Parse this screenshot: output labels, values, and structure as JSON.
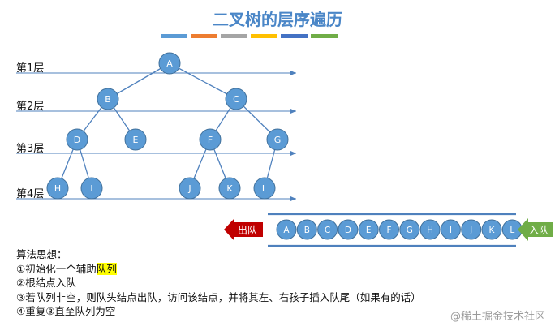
{
  "title": "二叉树的层序遍历",
  "title_bar_colors": [
    "#5b9bd5",
    "#ed7d31",
    "#a5a5a5",
    "#ffc000",
    "#4472c4",
    "#70ad47"
  ],
  "levels": [
    "第1层",
    "第2层",
    "第3层",
    "第4层"
  ],
  "tree": {
    "nodes": [
      {
        "id": "A"
      },
      {
        "id": "B"
      },
      {
        "id": "C"
      },
      {
        "id": "D"
      },
      {
        "id": "E"
      },
      {
        "id": "F"
      },
      {
        "id": "G"
      },
      {
        "id": "H"
      },
      {
        "id": "I"
      },
      {
        "id": "J"
      },
      {
        "id": "K"
      },
      {
        "id": "L"
      }
    ],
    "edges": [
      [
        "A",
        "B"
      ],
      [
        "A",
        "C"
      ],
      [
        "B",
        "D"
      ],
      [
        "B",
        "E"
      ],
      [
        "C",
        "F"
      ],
      [
        "C",
        "G"
      ],
      [
        "D",
        "H"
      ],
      [
        "D",
        "I"
      ],
      [
        "F",
        "J"
      ],
      [
        "F",
        "K"
      ],
      [
        "G",
        "L"
      ]
    ]
  },
  "queue": {
    "items": [
      "A",
      "B",
      "C",
      "D",
      "E",
      "F",
      "G",
      "H",
      "I",
      "J",
      "K",
      "L"
    ],
    "dequeue_label": "出队",
    "enqueue_label": "入队"
  },
  "algorithm": {
    "heading": "算法思想：",
    "step1_prefix": "①初始化一个辅助",
    "step1_highlight": "队列",
    "step2": "②根结点入队",
    "step3": "③若队列非空，则队头结点出队，访问该结点，并将其左、右孩子插入队尾（如果有的话）",
    "step4": "④重复③直至队列为空"
  },
  "colors": {
    "node_fill": "#5b9bd5",
    "node_stroke": "#41719c",
    "line_blue": "#4f81bd",
    "dequeue_arrow": "#c00000",
    "enqueue_arrow": "#70ad47"
  },
  "watermark": "@稀土掘金技术社区"
}
